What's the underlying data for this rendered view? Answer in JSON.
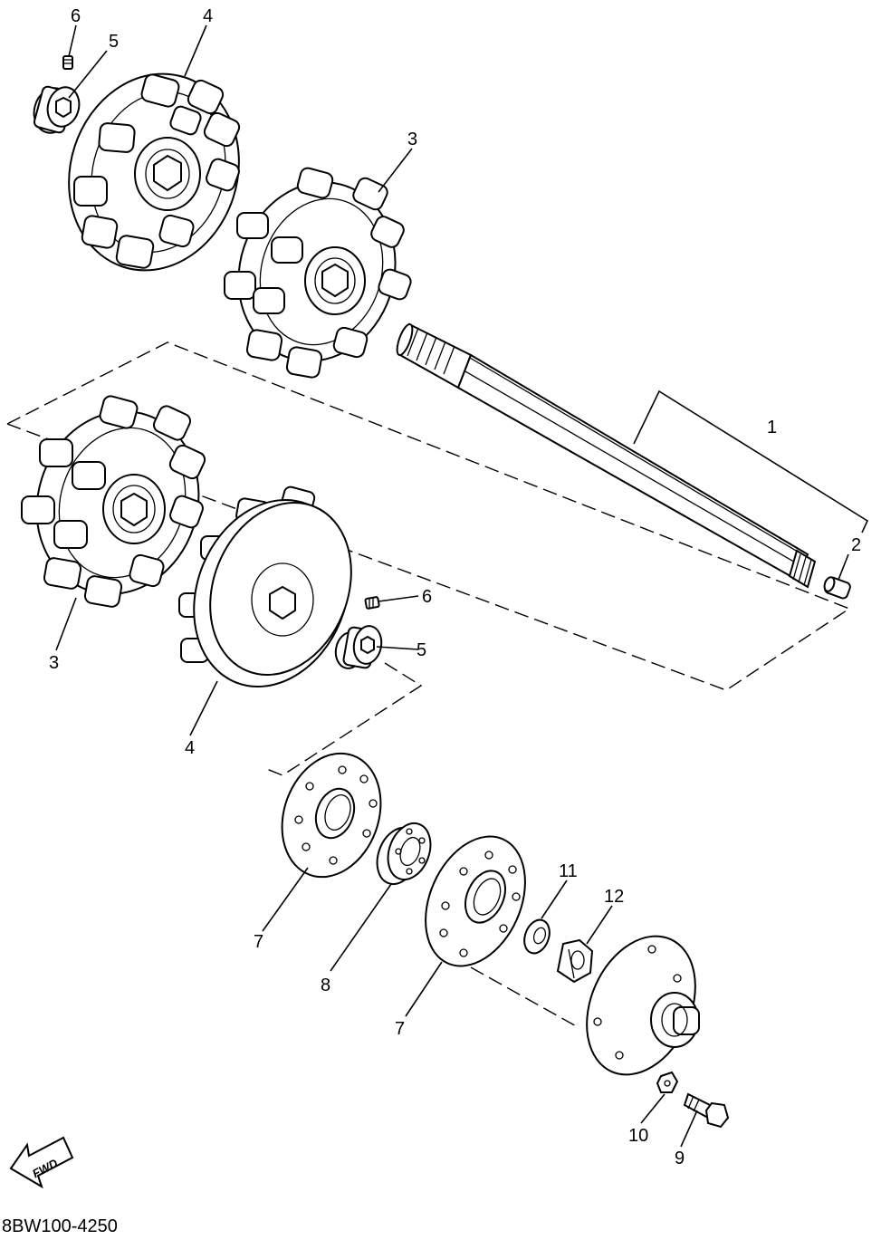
{
  "drawing_code": "8BW100-4250",
  "fwd_label": "FWD",
  "callouts": {
    "c1": "1",
    "c2": "2",
    "c3_top": "3",
    "c3_left": "3",
    "c4_top": "4",
    "c4_mid": "4",
    "c5_top": "5",
    "c5_mid": "5",
    "c6_top": "6",
    "c6_mid": "6",
    "c7_left": "7",
    "c7_right": "7",
    "c8": "8",
    "c9": "9",
    "c10": "10",
    "c11": "11",
    "c12": "12"
  }
}
